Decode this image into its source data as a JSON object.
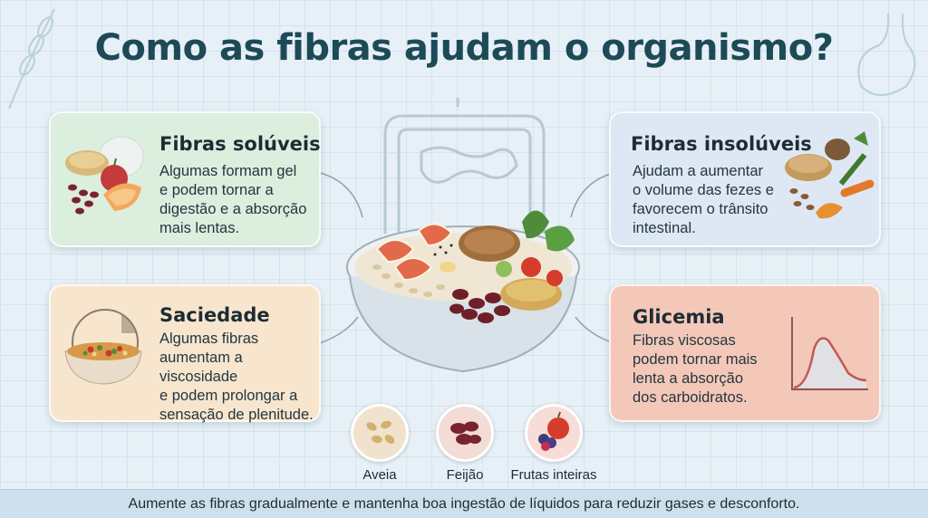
{
  "title": "Como as fibras ajudam o organismo?",
  "cards": [
    {
      "heading": "Fibras solúveis",
      "text": "Algumas formam gel\ne podem tornar a\ndigestão e a absorção\nmais lentas."
    },
    {
      "heading": "Fibras insolúveis",
      "text": "Ajudam a aumentar\no volume das fezes e\nfavorecem o trânsito\nintestinal."
    },
    {
      "heading": "Saciedade",
      "text": "Algumas fibras\naumentam a viscosidade\ne podem prolongar a\nsensação de plenitude."
    },
    {
      "heading": "Glicemia",
      "text": "Fibras viscosas\npodem tornar mais\nlenta a absorção\ndos carboidratos."
    }
  ],
  "ingredients": [
    {
      "label": "Aveia",
      "icon": "oats-icon"
    },
    {
      "label": "Feijão",
      "icon": "beans-icon"
    },
    {
      "label": "Frutas inteiras",
      "icon": "fruits-icon"
    }
  ],
  "footer": "Aumente as fibras gradualmente e mantenha boa ingestão de líquidos para reduzir gases e desconforto.",
  "colors": {
    "title": "#1d4a57",
    "soluble": "#dceedd",
    "insoluble": "#dde8f4",
    "satiety": "#f7e6cd",
    "glycemia": "#f4c8b8"
  }
}
